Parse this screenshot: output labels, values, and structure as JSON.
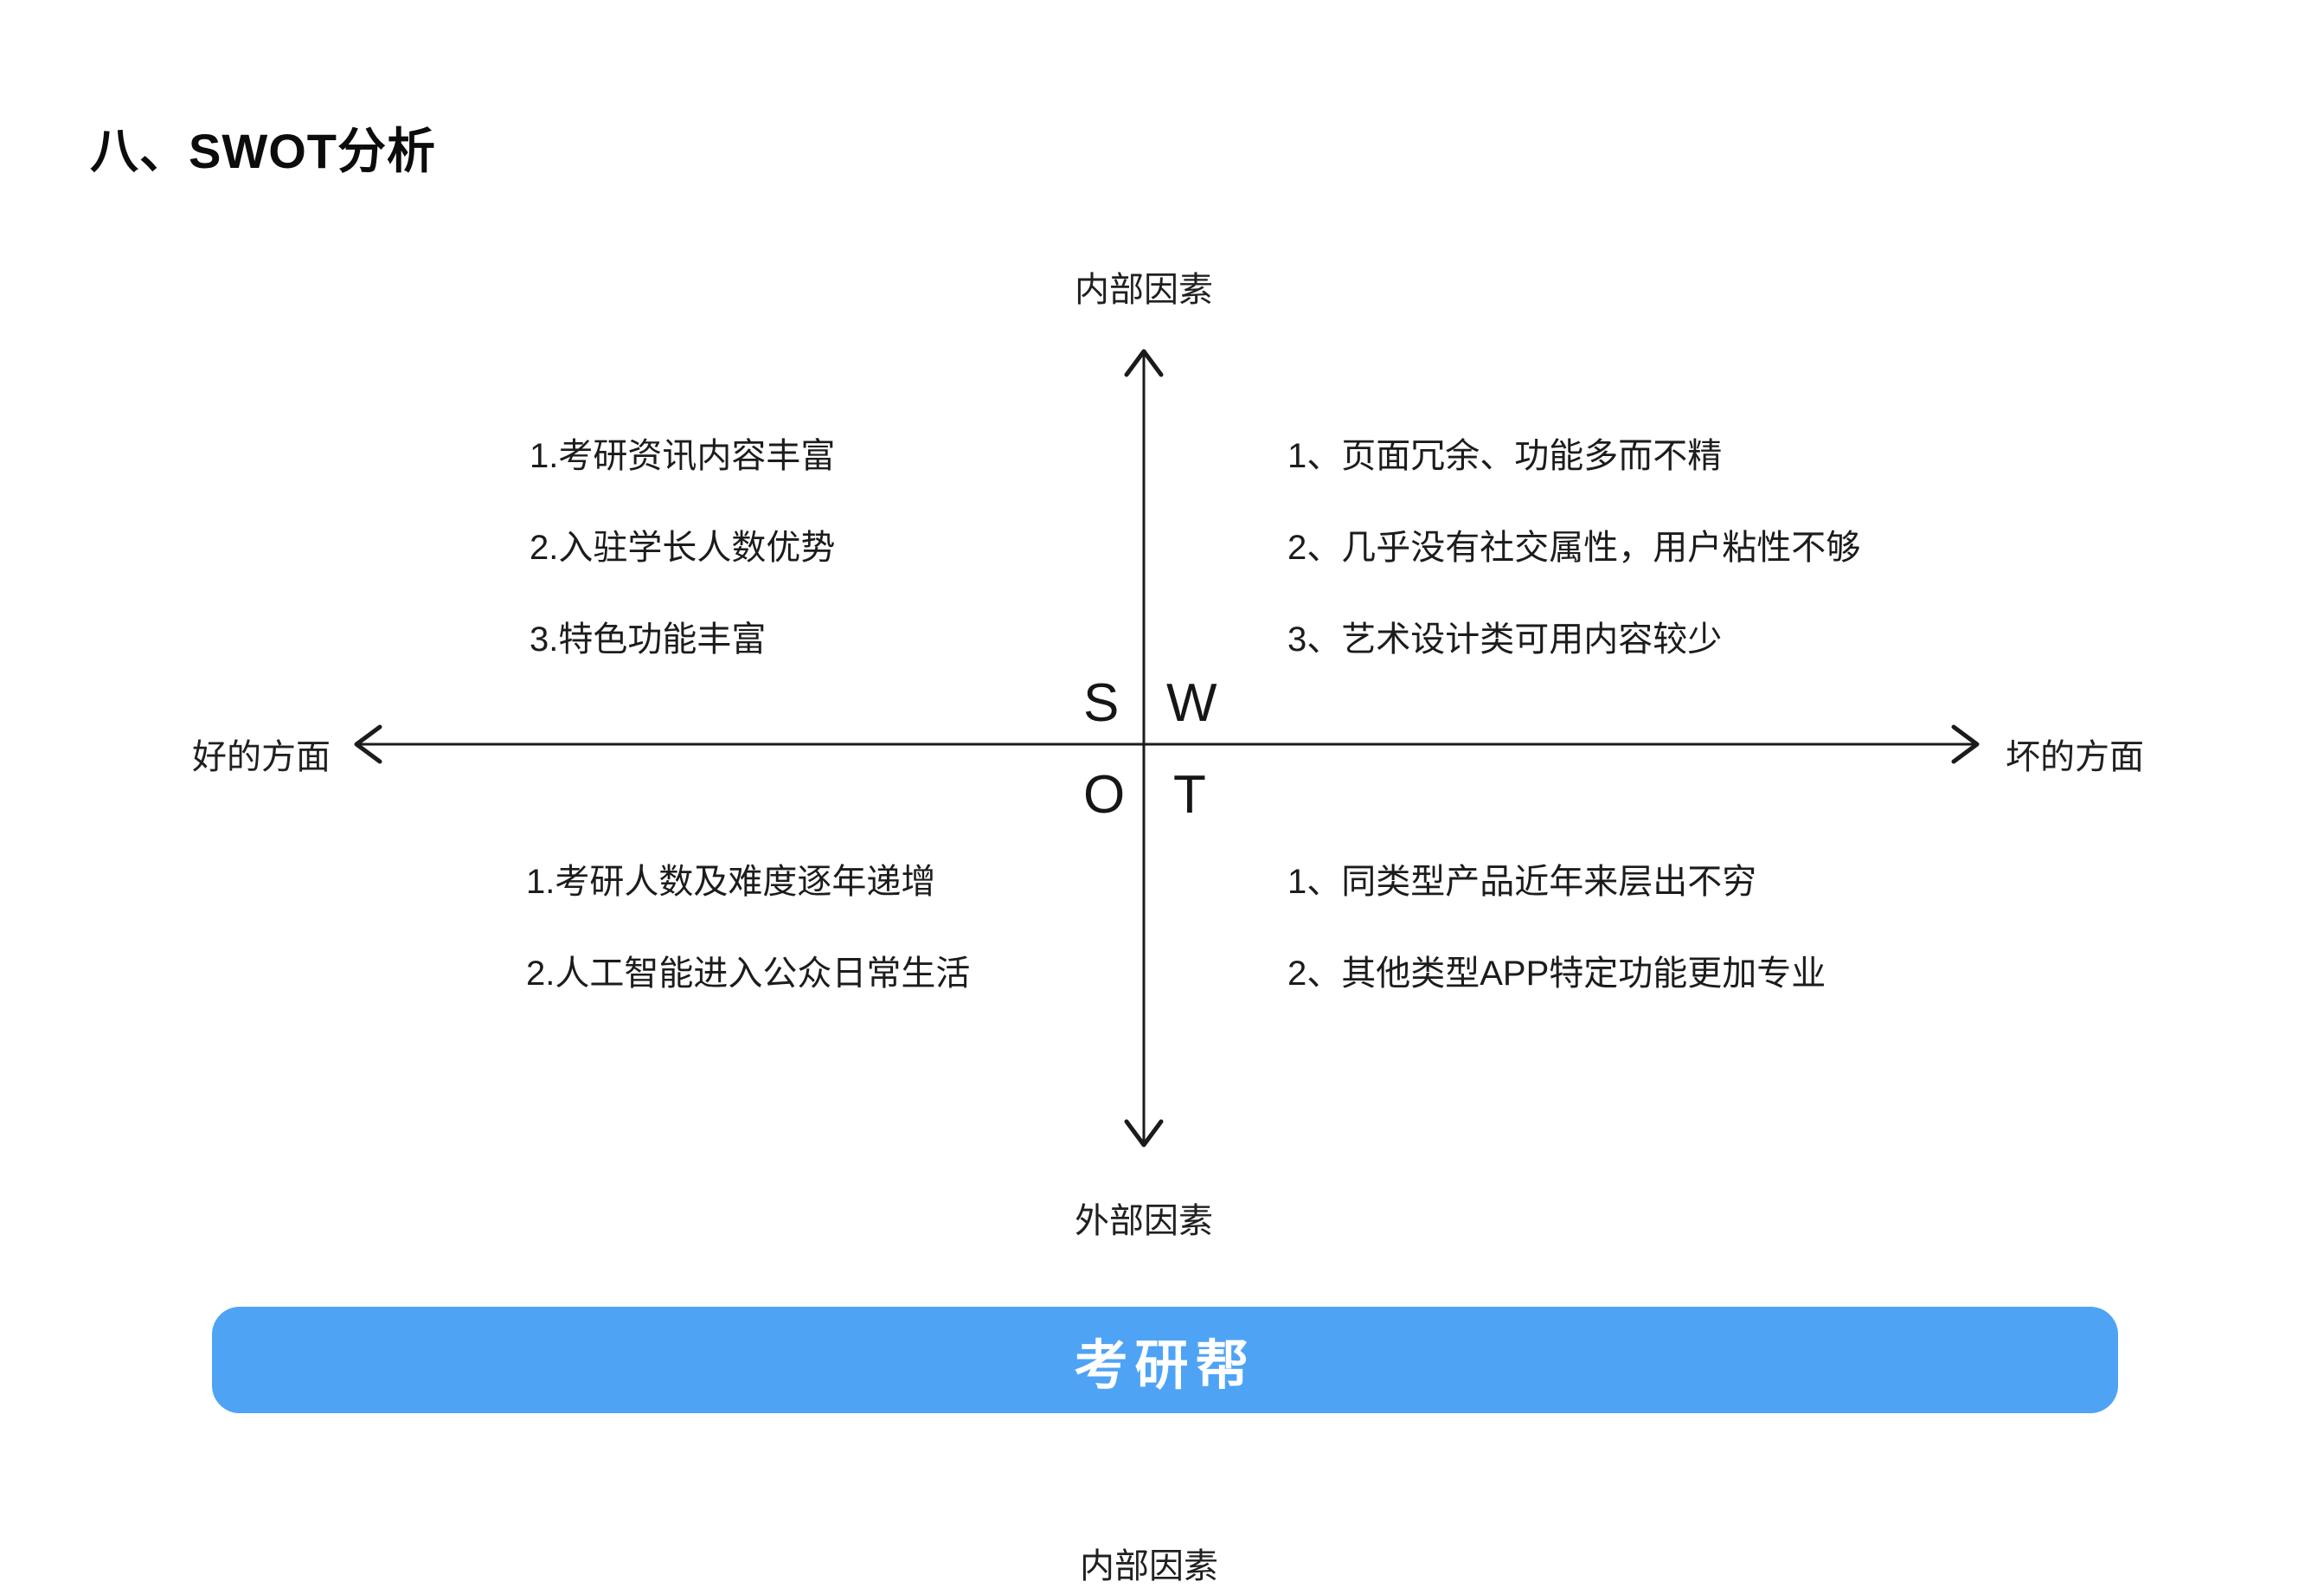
{
  "page": {
    "title": "八、SWOT分析"
  },
  "diagram": {
    "axis": {
      "top_label": "内部因素",
      "bottom_label": "外部因素",
      "left_label": "好的方面",
      "right_label": "坏的方面",
      "line_color": "#1b1b1b"
    },
    "quadrant_letters": {
      "s": "S",
      "w": "W",
      "o": "O",
      "t": "T"
    },
    "quadrants": {
      "strengths": {
        "items": [
          "1.考研资讯内容丰富",
          "2.入驻学长人数优势",
          "3.特色功能丰富"
        ]
      },
      "weaknesses": {
        "items": [
          "1、页面冗余、功能多而不精",
          "2、几乎没有社交属性，用户粘性不够",
          "3、艺术设计类可用内容较少"
        ]
      },
      "opportunities": {
        "items": [
          "1.考研人数及难度逐年递增",
          "2.人工智能进入公众日常生活"
        ]
      },
      "threats": {
        "items": [
          "1、同类型产品近年来层出不穷",
          "2、其他类型APP特定功能更加专业"
        ]
      }
    }
  },
  "footer": {
    "button_label": "考研帮",
    "button_color": "#4EA3F5",
    "caption": "内部因素"
  }
}
